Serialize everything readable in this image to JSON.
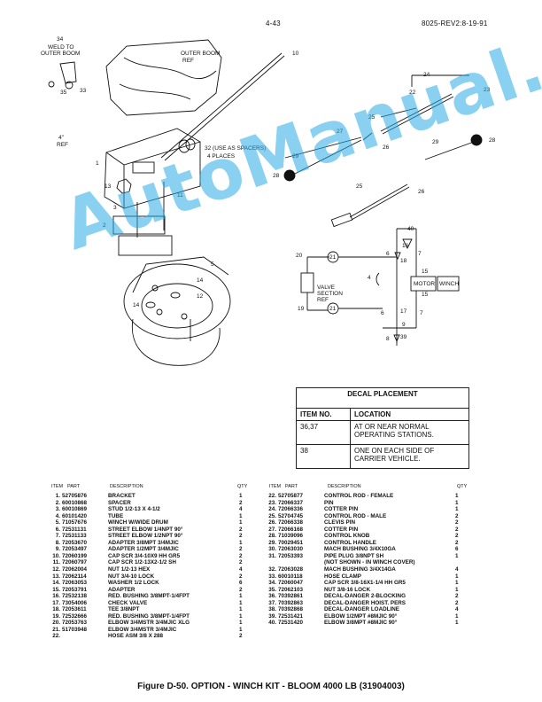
{
  "header": {
    "page_number": "4-43",
    "doc_ref": "8025-REV2:8-19-91"
  },
  "diagram_labels": {
    "weld_to": "WELD TO",
    "outer_boom": "OUTER BOOM",
    "outer_boom_ref_1": "OUTER BOOM",
    "outer_boom_ref_2": "REF",
    "dim_4in": "4\"",
    "ref": "REF",
    "spacers_1": "32 (USE AS SPACERS)",
    "spacers_2": "4 PLACES",
    "valve_1": "VALVE",
    "valve_2": "SECTION",
    "valve_3": "REF",
    "motor": "MOTOR",
    "winch": "WINCH",
    "n1": "1",
    "n2": "2",
    "n3": "3",
    "n4": "4",
    "n5": "5",
    "n6": "6",
    "n7": "7",
    "n8": "8",
    "n9": "9",
    "n10": "10",
    "n11": "11",
    "n12": "12",
    "n13": "13",
    "n14": "14",
    "n15": "15",
    "n16": "16",
    "n17": "17",
    "n18": "18",
    "n19": "19",
    "n20": "20",
    "n21": "21",
    "n22": "22",
    "n23": "23",
    "n24": "24",
    "n25": "25",
    "n26": "26",
    "n27": "27",
    "n28": "28",
    "n29": "29",
    "n33": "33",
    "n34": "34",
    "n35": "35",
    "n39": "39",
    "n40": "40"
  },
  "watermark": "AutoManual.net",
  "decal_table": {
    "title": "DECAL PLACEMENT",
    "col_item": "ITEM NO.",
    "col_location": "LOCATION",
    "rows": [
      {
        "item": "36,37",
        "location": "AT OR NEAR NORMAL OPERATING STATIONS."
      },
      {
        "item": "38",
        "location": "ONE ON EACH SIDE OF CARRIER VEHICLE."
      }
    ]
  },
  "parts_header": {
    "item": "ITEM",
    "part": "PART",
    "description": "DESCRIPTION",
    "qty": "QTY"
  },
  "parts_left": [
    {
      "item": "1.",
      "part": "52705876",
      "description": "BRACKET",
      "qty": "1"
    },
    {
      "item": "2.",
      "part": "60010868",
      "description": "SPACER",
      "qty": "2"
    },
    {
      "item": "3.",
      "part": "60010869",
      "description": "STUD 1/2-13 X 4-1/2",
      "qty": "4"
    },
    {
      "item": "4.",
      "part": "60101420",
      "description": "TUBE",
      "qty": "1"
    },
    {
      "item": "5.",
      "part": "71057676",
      "description": "WINCH W/WIDE DRUM",
      "qty": "1"
    },
    {
      "item": "6.",
      "part": "72531131",
      "description": "STREET ELBOW 1/4NPT 90°",
      "qty": "2"
    },
    {
      "item": "7.",
      "part": "72531133",
      "description": "STREET ELBOW 1/2NPT 90°",
      "qty": "2"
    },
    {
      "item": "8.",
      "part": "72053670",
      "description": "ADAPTER 3/8MPT 3/4MJIC",
      "qty": "1"
    },
    {
      "item": "9.",
      "part": "72053497",
      "description": "ADAPTER 1/2MPT 3/4MJIC",
      "qty": "2"
    },
    {
      "item": "10.",
      "part": "72060199",
      "description": "CAP SCR 3/4-10X9 HH GR5",
      "qty": "2"
    },
    {
      "item": "11.",
      "part": "72060797",
      "description": "CAP SCR 1/2-13X2-1/2 SH",
      "qty": "2"
    },
    {
      "item": "12.",
      "part": "72062004",
      "description": "NUT 1/2-13 HEX",
      "qty": "4"
    },
    {
      "item": "13.",
      "part": "72062114",
      "description": "NUT 3/4-10 LOCK",
      "qty": "2"
    },
    {
      "item": "14.",
      "part": "72063053",
      "description": "WASHER 1/2 LOCK",
      "qty": "6"
    },
    {
      "item": "15.",
      "part": "72053791",
      "description": "ADAPTER",
      "qty": "2"
    },
    {
      "item": "16.",
      "part": "72532138",
      "description": "RED. BUSHING 3/8MPT-1/4FPT",
      "qty": "1"
    },
    {
      "item": "17.",
      "part": "73054006",
      "description": "CHECK VALVE",
      "qty": "1"
    },
    {
      "item": "18.",
      "part": "72053611",
      "description": "TEE 3/8NPT",
      "qty": "1"
    },
    {
      "item": "19.",
      "part": "72532666",
      "description": "RED. BUSHING 3/8MPT-1/4FPT",
      "qty": "1"
    },
    {
      "item": "20.",
      "part": "72053763",
      "description": "ELBOW 3/4MSTR 3/4MJIC XLG",
      "qty": "1"
    },
    {
      "item": "21.",
      "part": "51703948",
      "description": "ELBOW 3/4MSTR 3/4MJIC",
      "qty": "1"
    },
    {
      "item": "22.",
      "part": "",
      "description": "HOSE ASM 3/8 X 288",
      "qty": "2"
    }
  ],
  "parts_right": [
    {
      "item": "22.",
      "part": "52705877",
      "description": "CONTROL ROD - FEMALE",
      "qty": "1"
    },
    {
      "item": "23.",
      "part": "72066337",
      "description": "PIN",
      "qty": "1"
    },
    {
      "item": "24.",
      "part": "72066336",
      "description": "COTTER PIN",
      "qty": "1"
    },
    {
      "item": "25.",
      "part": "52704745",
      "description": "CONTROL ROD - MALE",
      "qty": "2"
    },
    {
      "item": "26.",
      "part": "72066338",
      "description": "CLEVIS PIN",
      "qty": "2"
    },
    {
      "item": "27.",
      "part": "72066168",
      "description": "COTTER PIN",
      "qty": "2"
    },
    {
      "item": "28.",
      "part": "71039096",
      "description": "CONTROL KNOB",
      "qty": "2"
    },
    {
      "item": "29.",
      "part": "70029451",
      "description": "CONTROL HANDLE",
      "qty": "2"
    },
    {
      "item": "30.",
      "part": "72063030",
      "description": "MACH BUSHING 3/4X10GA",
      "qty": "6"
    },
    {
      "item": "31.",
      "part": "72053393",
      "description": "PIPE PLUG 3/8NPT SH",
      "qty": "1"
    },
    {
      "item": "",
      "part": "",
      "description": "(NOT SHOWN - IN WINCH COVER)",
      "qty": ""
    },
    {
      "item": "32.",
      "part": "72063028",
      "description": "MACH BUSHING 3/4X14GA",
      "qty": "4"
    },
    {
      "item": "33.",
      "part": "60010118",
      "description": "HOSE CLAMP",
      "qty": "1"
    },
    {
      "item": "34.",
      "part": "72060047",
      "description": "CAP SCR 3/8-16X1-1/4 HH GR5",
      "qty": "1"
    },
    {
      "item": "35.",
      "part": "72062103",
      "description": "NUT 3/8-16 LOCK",
      "qty": "1"
    },
    {
      "item": "36.",
      "part": "70392861",
      "description": "DECAL-DANGER 2-BLOCKING",
      "qty": "2"
    },
    {
      "item": "37.",
      "part": "70392863",
      "description": "DECAL-DANGER HOIST. PERS",
      "qty": "2"
    },
    {
      "item": "38.",
      "part": "70392868",
      "description": "DECAL-DANGER LOADLINE",
      "qty": "4"
    },
    {
      "item": "39.",
      "part": "72531421",
      "description": "ELBOW 1/2MPT #8MJIC 90°",
      "qty": "1"
    },
    {
      "item": "40.",
      "part": "72531420",
      "description": "ELBOW 3/8MPT #8MJIC 90°",
      "qty": "1"
    }
  ],
  "caption": "Figure D-50.  OPTION - WINCH KIT -  BLOOM 4000 LB (31904003)"
}
